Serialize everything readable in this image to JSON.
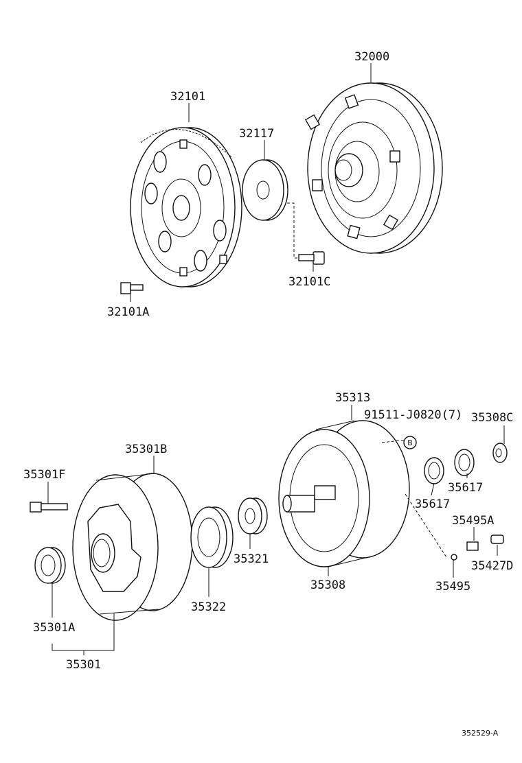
{
  "diagram": {
    "reference_code": "352529-A",
    "callout_letter": "B",
    "parts": {
      "torque_converter": "32000",
      "drive_plate": "32101",
      "spacer": "32117",
      "drive_plate_bolt": "32101A",
      "converter_bolt": "32101C",
      "pump_stator_shaft": "35313",
      "oil_ring": "91511-J0820(7)",
      "plug": "35308C",
      "pump_body_oring": "35301B",
      "pump_bolt": "35301F",
      "seal_ring_1": "35617",
      "seal_ring_2": "35617",
      "driven_gear": "35322",
      "drive_gear": "35321",
      "spring": "35495A",
      "pin": "35427D",
      "ball": "35495",
      "stator_shaft_assy": "35308",
      "oil_seal": "35301A",
      "oil_pump_assy": "35301"
    }
  }
}
